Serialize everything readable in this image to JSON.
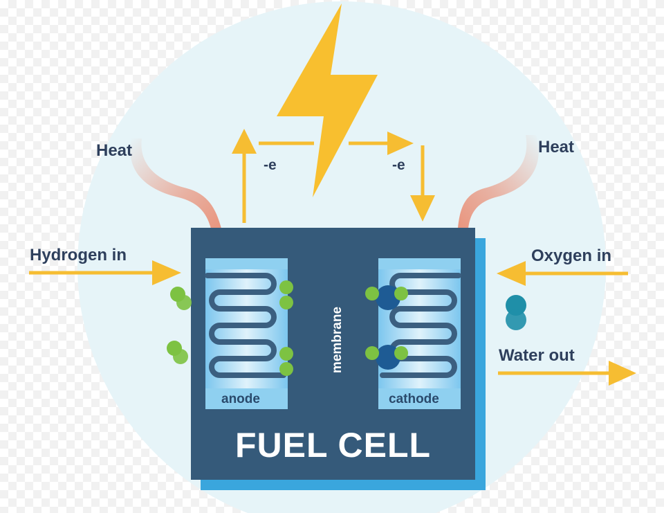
{
  "labels": {
    "heat_left": "Heat",
    "heat_right": "Heat",
    "electron_left": "-e",
    "electron_right": "-e",
    "hydrogen_in": "Hydrogen in",
    "oxygen_in": "Oxygen in",
    "water_out": "Water out",
    "anode": "anode",
    "cathode": "cathode",
    "membrane": "membrane",
    "title": "FUEL CELL"
  },
  "colors": {
    "background_circle": "#e6f4f8",
    "cell_body": "#355a7a",
    "cell_shadow": "#3aa6dd",
    "electrode_light": "#8fd0f0",
    "coil": "#3b5f80",
    "arrow": "#f6bd32",
    "bolt": "#f8bf2f",
    "heat": "#e9957e",
    "hydrogen_atom": "#7dc242",
    "oxygen_atom": "#1e5b94",
    "water_atom": "#1f8fa8",
    "label_text": "#2e3f5c"
  },
  "icons": [
    "lightning-bolt-icon",
    "heat-wave-icon",
    "hydrogen-molecule-icon",
    "oxygen-molecule-icon",
    "water-molecule-icon"
  ]
}
